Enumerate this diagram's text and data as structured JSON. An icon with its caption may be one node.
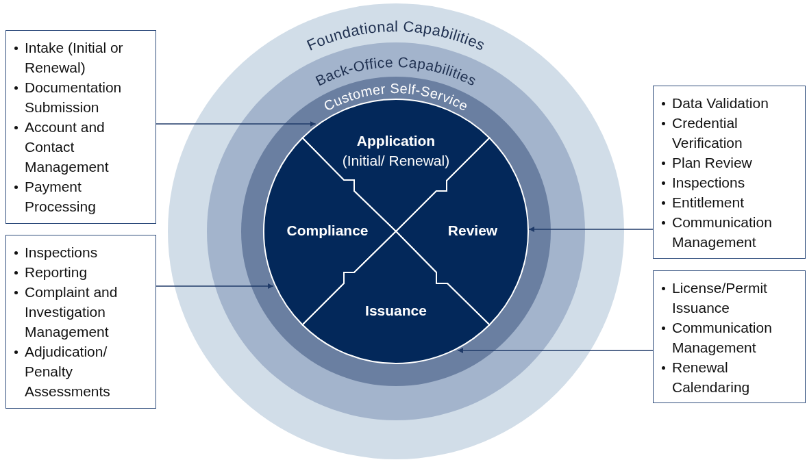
{
  "diagram": {
    "nodes": [
      {
        "text": [
          "Foundational Capabilities"
        ]
      },
      {
        "text": [
          "Back-Office Capabilities"
        ],
        "in": 0
      },
      {
        "text": [
          "Customer Self-Service"
        ],
        "in": 1
      },
      {
        "text": [
          "Application",
          "(Initial/ Renewal)"
        ],
        "in": 2
      },
      {
        "text": [
          "Compliance"
        ],
        "in": 2
      },
      {
        "text": [
          "Review"
        ],
        "in": 2
      },
      {
        "text": [
          "Issuance"
        ],
        "in": 2
      },
      {
        "text": [
          "Intake (Initial or Renewal)",
          "Documentation Submission",
          "Account and Contact Management",
          "Payment Processing"
        ]
      },
      {
        "text": [
          "Data Validation",
          "Credential Verification",
          "Plan Review",
          "Inspections",
          "Entitlement",
          "Communication Management"
        ]
      },
      {
        "text": [
          "Inspections",
          "Reporting",
          "Complaint and Investigation Management",
          "Adjudication/ Penalty Assessments"
        ]
      },
      {
        "text": [
          "License/Permit Issuance",
          "Communication Management",
          "Renewal Calendaring"
        ]
      }
    ],
    "edges": [
      {
        "from": 7,
        "to": 3,
        "arrow": "to"
      },
      {
        "from": 8,
        "to": 5,
        "arrow": "to"
      },
      {
        "from": 9,
        "to": 4,
        "arrow": "to"
      },
      {
        "from": 10,
        "to": 6,
        "arrow": "to"
      }
    ]
  }
}
